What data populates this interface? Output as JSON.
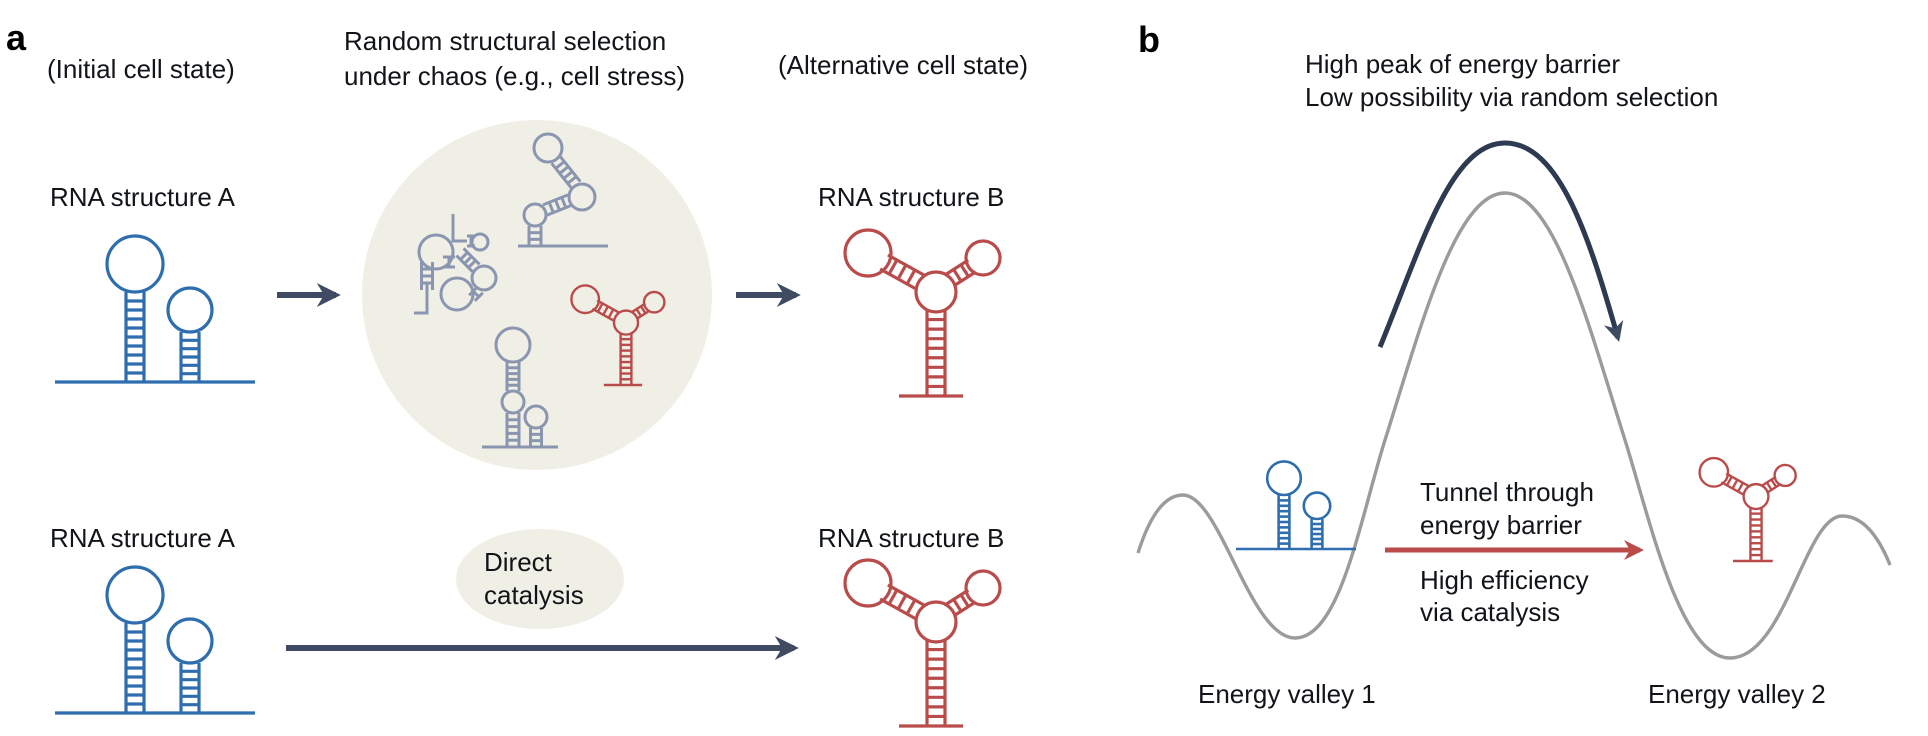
{
  "panel_a": {
    "label": "a",
    "initial_state": "(Initial cell state)",
    "random_selection_line1": "Random structural selection",
    "random_selection_line2": "under chaos (e.g., cell stress)",
    "alternative_state": "(Alternative cell state)",
    "top_row": {
      "structure_a_label": "RNA structure A",
      "structure_b_label": "RNA structure B"
    },
    "bottom_row": {
      "structure_a_label": "RNA structure A",
      "structure_b_label": "RNA structure B",
      "catalysis_line1": "Direct",
      "catalysis_line2": "catalysis"
    }
  },
  "panel_b": {
    "label": "b",
    "barrier_line1": "High peak of energy barrier",
    "barrier_line2": "Low possibility via random selection",
    "tunnel_line1": "Tunnel through",
    "tunnel_line2": "energy barrier",
    "efficiency_line1": "High efficiency",
    "efficiency_line2": "via catalysis",
    "valley1": "Energy valley 1",
    "valley2": "Energy valley 2"
  },
  "colors": {
    "structure_a": "#2f6eae",
    "structure_b": "#b94c4a",
    "random_structures": "#8a96b0",
    "arrow_dark": "#3f4b63",
    "chaos_circle": "#f0efe6",
    "energy_landscape": "#9b9b9b"
  }
}
